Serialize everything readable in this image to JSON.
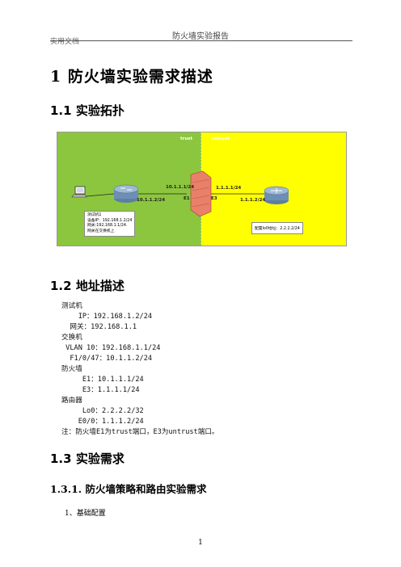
{
  "header": {
    "title": "防火墙实验报告",
    "subtitle": "实用文档"
  },
  "heading1": "1 防火墙实验需求描述",
  "s11": {
    "num": "1.1",
    "text": "实验拓扑"
  },
  "s12": {
    "num": "1.2",
    "text": "地址描述"
  },
  "s13": {
    "num": "1.3",
    "text": "实验需求"
  },
  "s131": "1.3.1. 防火墙策略和路由实验需求",
  "topology": {
    "zone_trust": "trust",
    "zone_untrust": "untrust",
    "lbl_fw_e1_ip": "10.1.1.1/24",
    "lbl_sw_ip": "10.1.1.2/24",
    "lbl_e1": "E1",
    "lbl_e3": "E3",
    "lbl_fw_e3_ip": "1.1.1.1/24",
    "lbl_rt_ip": "1.1.1.2/24",
    "note_left": [
      "测试机1",
      "设备IP：192.168.1.2/24",
      "网关:192.168.1.1/24.",
      "网关在交换机上"
    ],
    "note_right": "配置lo0地址：2.2.2.2/24",
    "colors": {
      "trust": "#8cc63e",
      "untrust": "#ffff00",
      "firewall": "#e8806a"
    }
  },
  "address_lines": [
    "测试机",
    "    IP：192.168.1.2/24",
    "  网关：192.168.1.1",
    "交换机",
    " VLAN 10：192.168.1.1/24",
    "  F1/0/47：10.1.1.2/24",
    "防火墙",
    "     E1：10.1.1.1/24",
    "     E3：1.1.1.1/24",
    "路由器",
    "     Lo0：2.2.2.2/32",
    "    E0/0：1.1.1.2/24",
    "注：防火墙E1为trust端口，E3为untrust端口。"
  ],
  "item1": "1、基础配置",
  "page_number": "1"
}
